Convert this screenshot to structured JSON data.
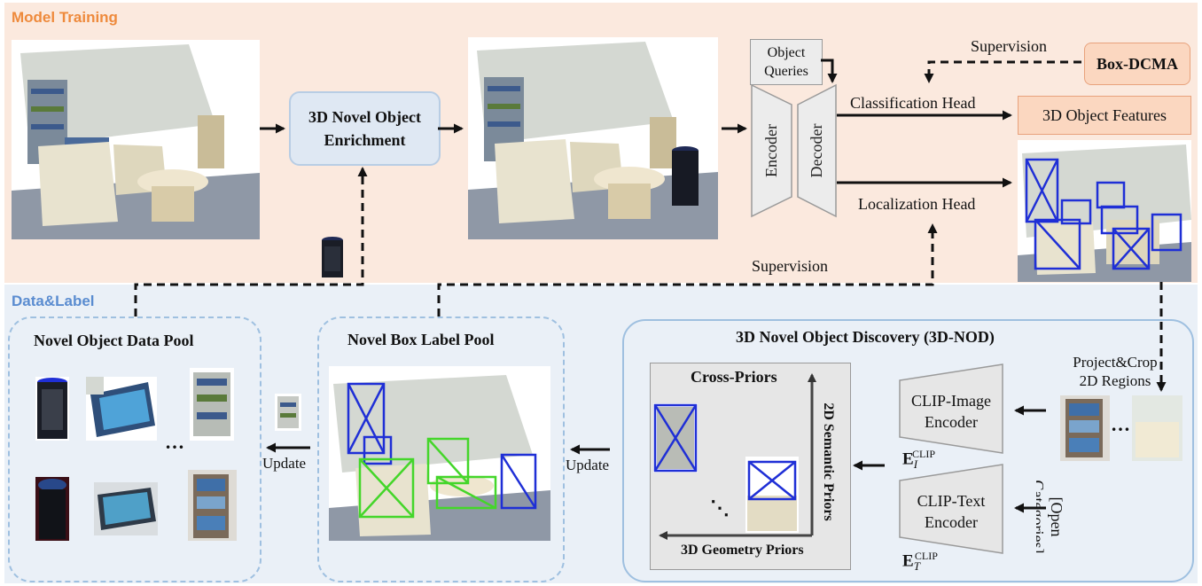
{
  "sections": {
    "training": "Model Training",
    "data": "Data&Label"
  },
  "top": {
    "enrich_line1": "3D Novel Object",
    "enrich_line2": "Enrichment",
    "queries_line1": "Object",
    "queries_line2": "Queries",
    "encoder": "Encoder",
    "decoder": "Decoder",
    "cls_head": "Classification Head",
    "loc_head": "Localization Head",
    "supervision_top": "Supervision",
    "supervision_mid": "Supervision",
    "box_dcma": "Box-DCMA",
    "features": "3D Object Features"
  },
  "bottom": {
    "data_pool_title": "Novel Object Data Pool",
    "box_pool_title": "Novel Box Label Pool",
    "nod_title": "3D Novel Object Discovery (3D-NOD)",
    "update_left": "Update",
    "update_right": "Update",
    "ellipsis_pool": "…",
    "cross_priors": "Cross-Priors",
    "semantic_priors": "2D Semantic Priors",
    "geometry_priors": "3D Geometry Priors",
    "ellipsis_cross": "⋱",
    "clip_image_line1": "CLIP-Image",
    "clip_image_line2": "Encoder",
    "clip_text_line1": "CLIP-Text",
    "clip_text_line2": "Encoder",
    "e_base": "E",
    "e_sup": "CLIP",
    "e_sub_image": "I",
    "e_sub_text": "T",
    "project_line1": "Project&Crop",
    "project_line2": "2D Regions",
    "ellipsis_regions": "…",
    "open_line1": "[Open",
    "open_line2": "Categories]"
  },
  "colors": {
    "training_bg": "#fbe9de",
    "data_bg": "#eaf0f7",
    "box_blue": "#1f2fd6",
    "box_green": "#44d62a",
    "section_orange": "#ee8a3c",
    "section_blue": "#5a8cd0"
  }
}
